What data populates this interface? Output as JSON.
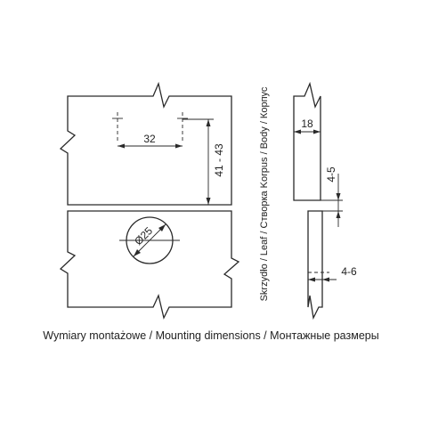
{
  "diagram": {
    "dimensions": {
      "hole_spacing": "32",
      "edge_distance": "41 - 43",
      "cup_diameter": "Ø25",
      "body_thickness": "18",
      "gap_top": "4-5",
      "gap_bottom": "4-6"
    },
    "vertical_label": "Skrzydło / Leaf / Створка  Korpus / Body / Корпус",
    "caption": "Wymiary montażowe / Mounting dimensions / Монтажные размеры",
    "colors": {
      "line": "#2a2a2a",
      "text": "#222222",
      "background": "#ffffff"
    }
  }
}
